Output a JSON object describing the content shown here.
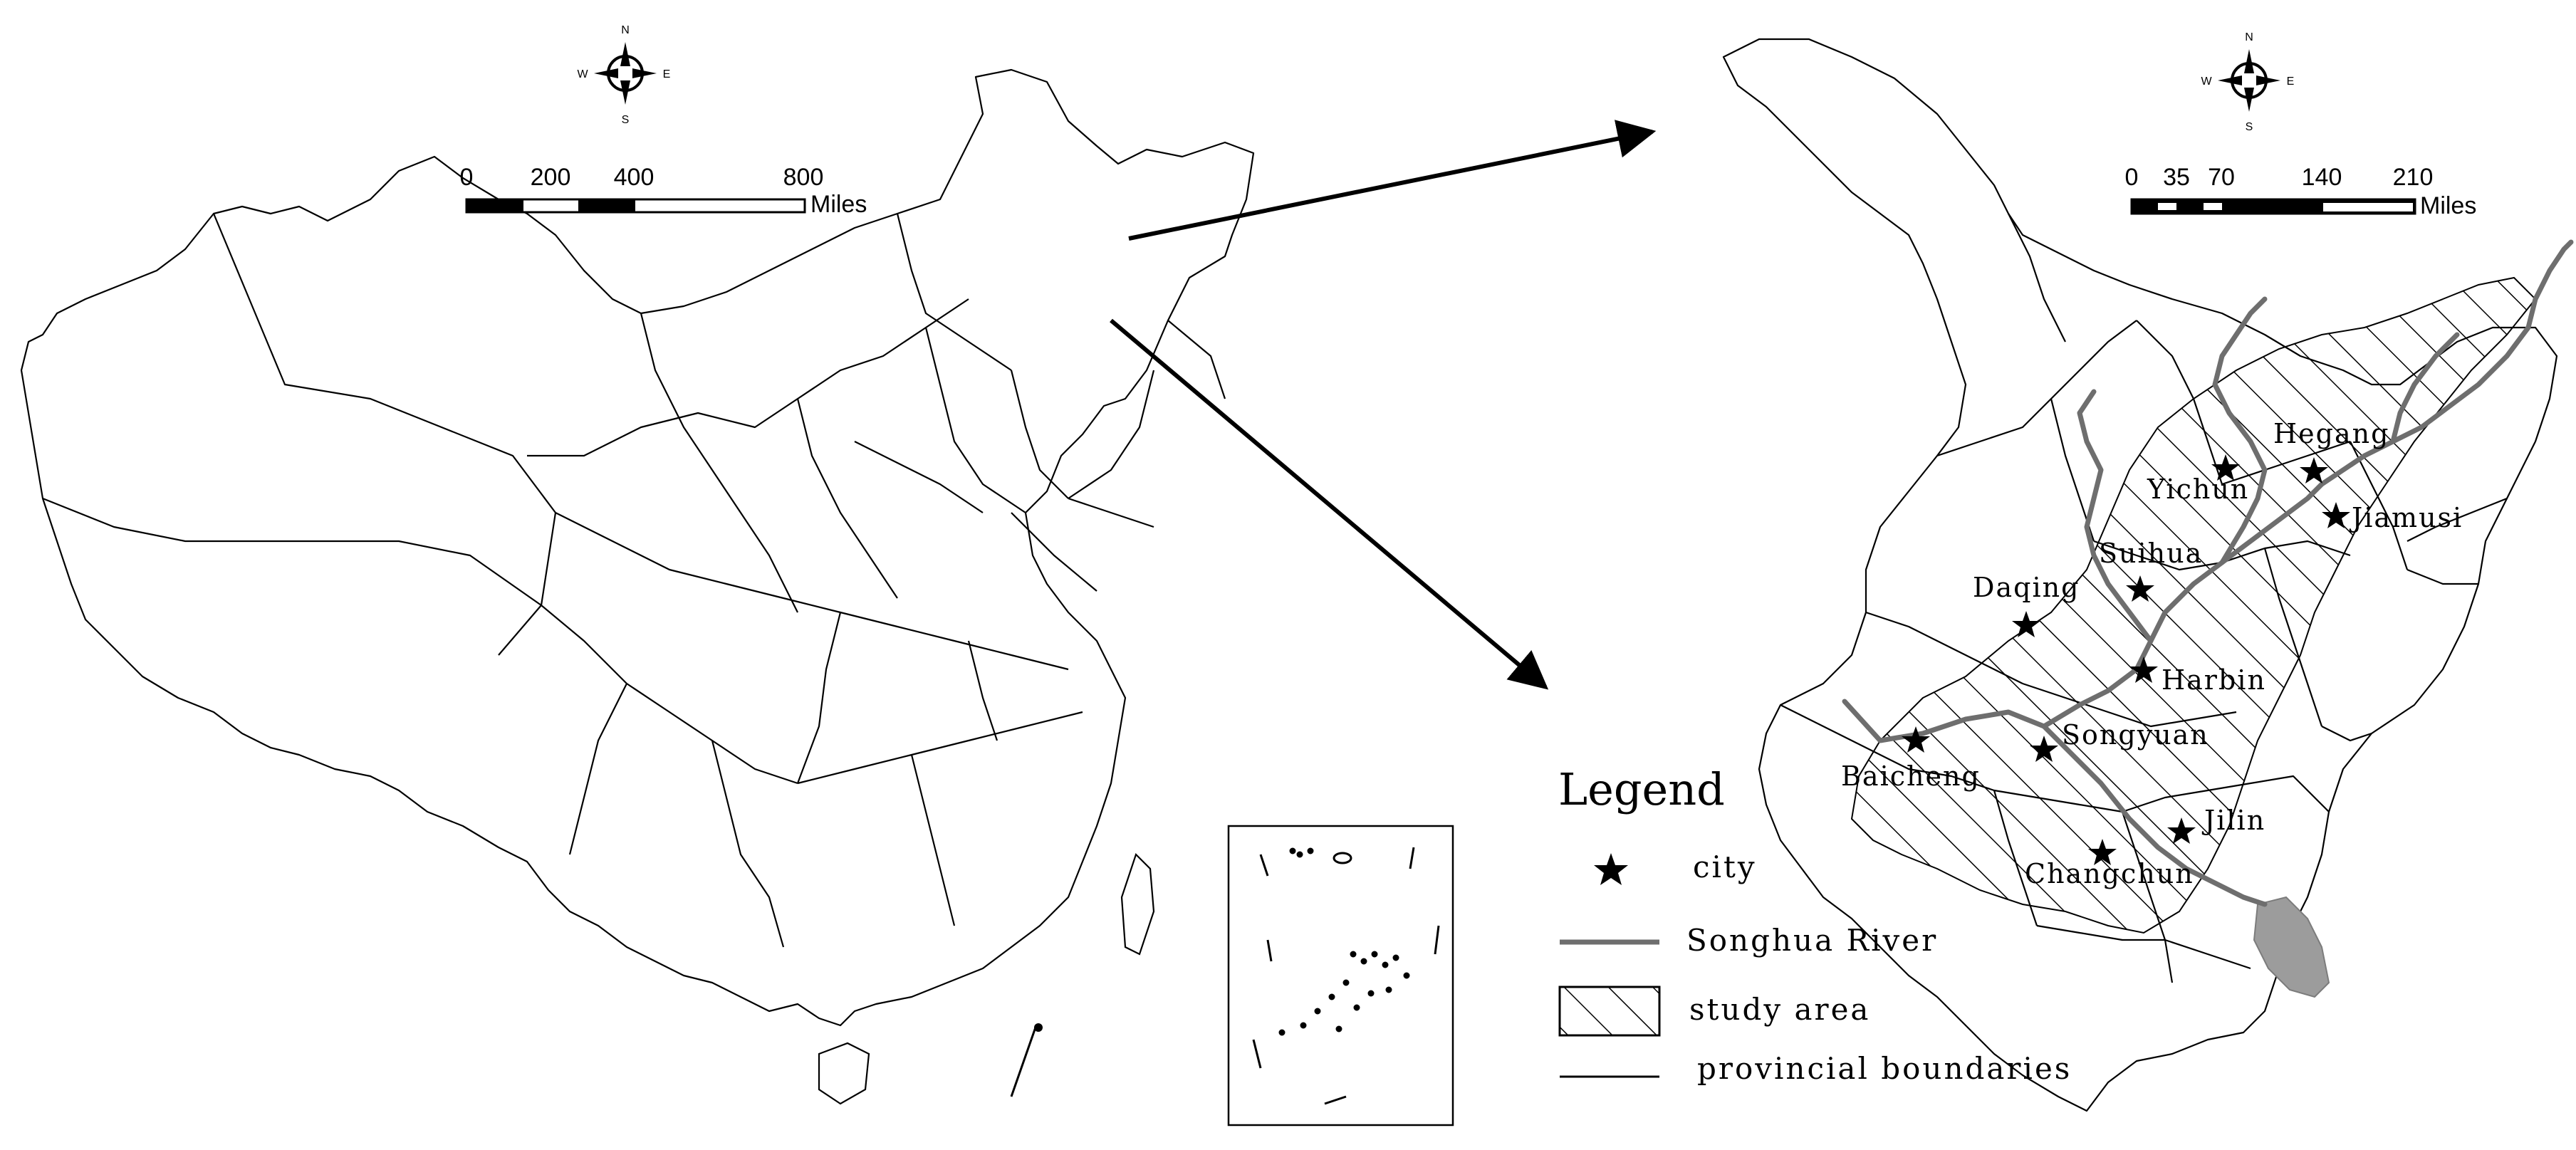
{
  "left_map": {
    "compass": {
      "n": "N",
      "s": "S",
      "e": "E",
      "w": "W"
    },
    "scale": {
      "ticks": [
        "0",
        "200",
        "400",
        "800"
      ],
      "unit": "Miles"
    }
  },
  "right_map": {
    "compass": {
      "n": "N",
      "s": "S",
      "e": "E",
      "w": "W"
    },
    "scale": {
      "ticks": [
        "0",
        "35",
        "70",
        "140",
        "210"
      ],
      "unit": "Miles"
    },
    "cities": [
      {
        "name": "Hegang"
      },
      {
        "name": "Yichun"
      },
      {
        "name": "Jiamusi"
      },
      {
        "name": "Suihua"
      },
      {
        "name": "Daqing"
      },
      {
        "name": "Harbin"
      },
      {
        "name": "Songyuan"
      },
      {
        "name": "Baicheng"
      },
      {
        "name": "Jilin"
      },
      {
        "name": "Changchun"
      }
    ]
  },
  "legend": {
    "title": "Legend",
    "items": [
      {
        "label": "city"
      },
      {
        "label": "Songhua River"
      },
      {
        "label": "study area"
      },
      {
        "label": "provincial boundaries"
      }
    ]
  },
  "colors": {
    "river": "#6e6e6e",
    "lake": "#9c9c9c",
    "boundary": "#000000",
    "hatch": "#000000"
  }
}
